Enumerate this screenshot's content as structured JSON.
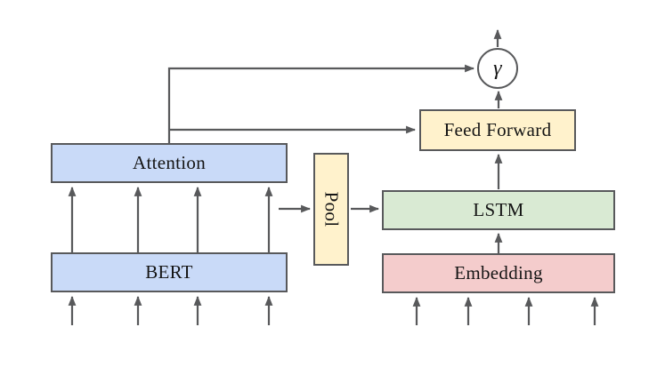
{
  "diagram": {
    "description": "Neural model architecture diagram combining a BERT/Attention branch and an Embedding/LSTM branch, pooled and merged through a Feed Forward layer into an output gate γ",
    "style": {
      "background": "#FFFFFF",
      "line_color": "#58595B",
      "border_color": "#58595B",
      "text_color": "#151515"
    },
    "nodes": {
      "attention": {
        "label": "Attention",
        "fill": "#C9DAF8"
      },
      "bert": {
        "label": "BERT",
        "fill": "#C9DAF8"
      },
      "pool": {
        "label": "Pool",
        "fill": "#FFF2CC"
      },
      "lstm": {
        "label": "LSTM",
        "fill": "#D9EAD3"
      },
      "embedding": {
        "label": "Embedding",
        "fill": "#F4CCCC"
      },
      "feed_forward": {
        "label": "Feed Forward",
        "fill": "#FFF2CC"
      },
      "gamma": {
        "label": "γ",
        "fill": "#FFFFFF"
      }
    },
    "connections": [
      {
        "from": "inputs",
        "to": "BERT",
        "count": 4
      },
      {
        "from": "BERT",
        "to": "Attention",
        "count": 4
      },
      {
        "from": "Attention",
        "to": "γ",
        "count": 1
      },
      {
        "from": "Attention",
        "to": "Feed Forward",
        "count": 1
      },
      {
        "from": "BERT outputs",
        "to": "Pool",
        "count": 1
      },
      {
        "from": "Pool",
        "to": "LSTM",
        "count": 1
      },
      {
        "from": "inputs",
        "to": "Embedding",
        "count": 4
      },
      {
        "from": "Embedding",
        "to": "LSTM",
        "count": 1
      },
      {
        "from": "LSTM",
        "to": "Feed Forward",
        "count": 1
      },
      {
        "from": "Feed Forward",
        "to": "γ",
        "count": 1
      },
      {
        "from": "γ",
        "to": "output",
        "count": 1
      }
    ]
  }
}
